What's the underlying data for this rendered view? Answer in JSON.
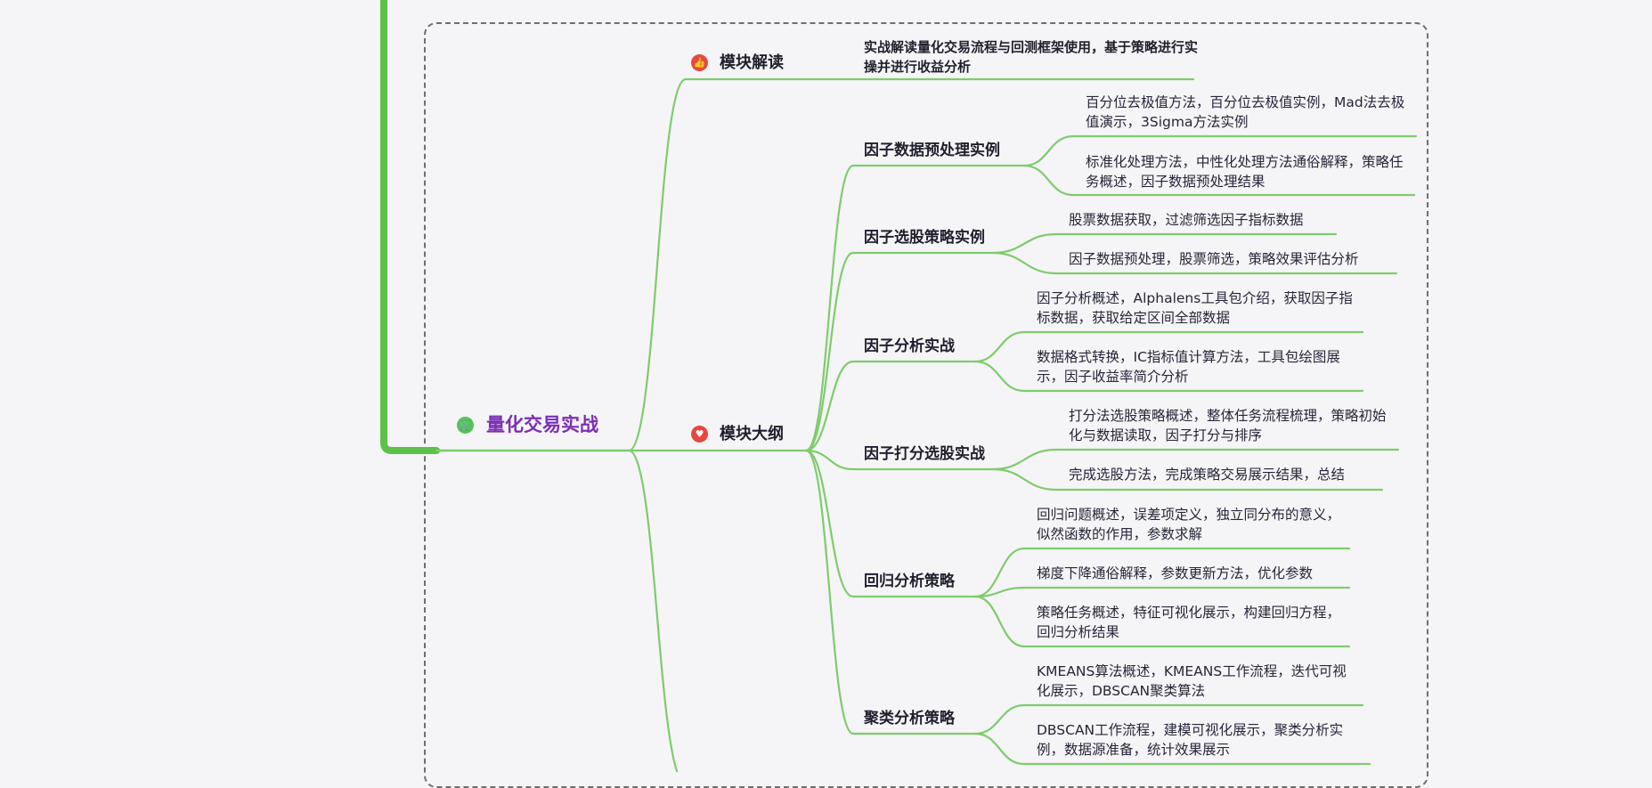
{
  "colors": {
    "branch": "#7fcb6d",
    "spine": "#5cc04a",
    "root_text": "#7b2fb5",
    "icon_red": "#e8473e",
    "icon_green": "#55c15a"
  },
  "root": {
    "label": "量化交易实战",
    "icon": "cart-icon"
  },
  "module_intro": {
    "label": "模块解读",
    "icon": "thumbs-up-icon",
    "note": "实战解读量化交易流程与回测框架使用，基于策略进行实操并进行收益分析"
  },
  "module_outline": {
    "label": "模块大纲",
    "icon": "heart-icon",
    "topics": [
      {
        "label": "因子数据预处理实例",
        "items": [
          "百分位去极值方法，百分位去极值实例，Mad法去极值演示，3Sigma方法实例",
          "标准化处理方法，中性化处理方法通俗解释，策略任务概述，因子数据预处理结果"
        ]
      },
      {
        "label": "因子选股策略实例",
        "items": [
          "股票数据获取，过滤筛选因子指标数据",
          "因子数据预处理，股票筛选，策略效果评估分析"
        ]
      },
      {
        "label": "因子分析实战",
        "items": [
          "因子分析概述，Alphalens工具包介绍，获取因子指标数据，获取给定区间全部数据",
          "数据格式转换，IC指标值计算方法，工具包绘图展示，因子收益率简介分析"
        ]
      },
      {
        "label": "因子打分选股实战",
        "items": [
          "打分法选股策略概述，整体任务流程梳理，策略初始化与数据读取，因子打分与排序",
          "完成选股方法，完成策略交易展示结果，总结"
        ]
      },
      {
        "label": "回归分析策略",
        "items": [
          "回归问题概述，误差项定义，独立同分布的意义，似然函数的作用，参数求解",
          "梯度下降通俗解释，参数更新方法，优化参数",
          "策略任务概述，特征可视化展示，构建回归方程，回归分析结果"
        ]
      },
      {
        "label": "聚类分析策略",
        "items": [
          "KMEANS算法概述，KMEANS工作流程，迭代可视化展示，DBSCAN聚类算法",
          "DBSCAN工作流程，建模可视化展示，聚类分析实例，数据源准备，统计效果展示"
        ]
      }
    ]
  }
}
